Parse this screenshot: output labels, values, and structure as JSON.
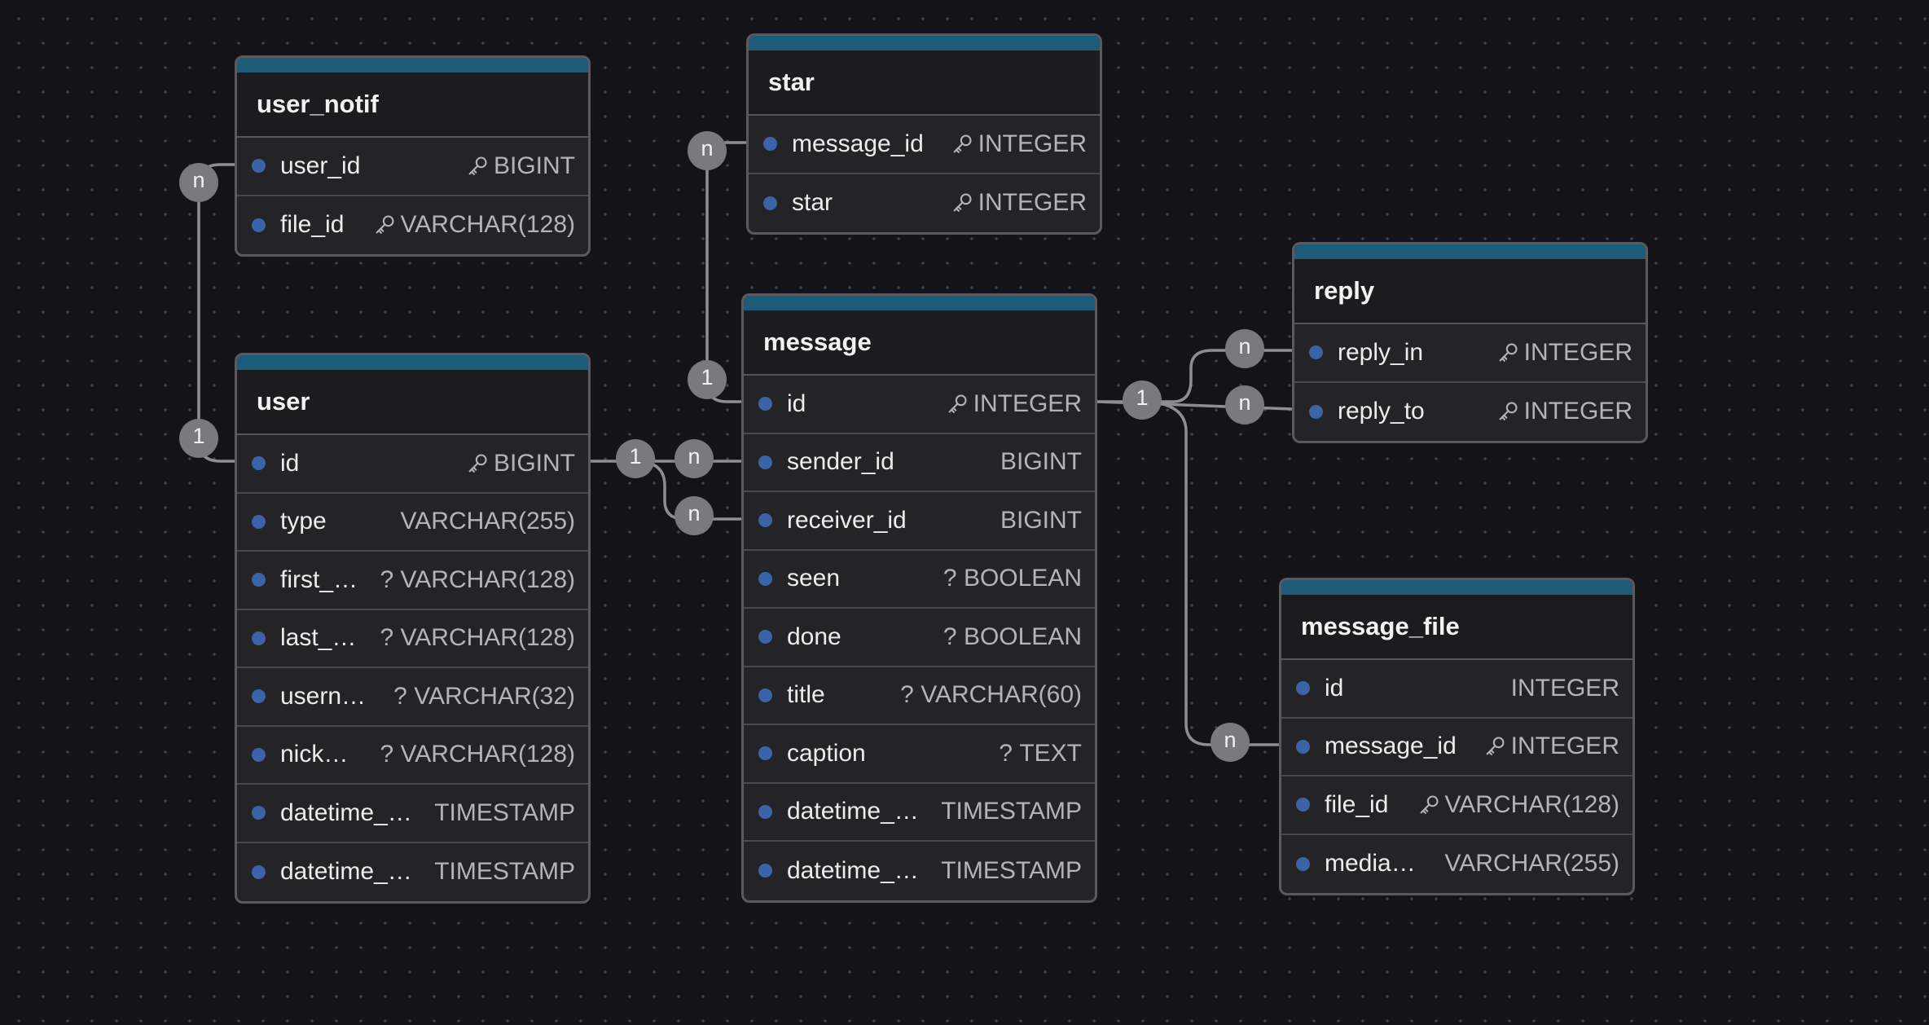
{
  "tables": {
    "user_notif": {
      "name": "user_notif",
      "fields": [
        {
          "name": "user_id",
          "type": "BIGINT",
          "key": true,
          "nullable": false
        },
        {
          "name": "file_id",
          "type": "VARCHAR(128)",
          "key": true,
          "nullable": false
        }
      ]
    },
    "star": {
      "name": "star",
      "fields": [
        {
          "name": "message_id",
          "type": "INTEGER",
          "key": true,
          "nullable": false
        },
        {
          "name": "star",
          "type": "INTEGER",
          "key": true,
          "nullable": false
        }
      ]
    },
    "reply": {
      "name": "reply",
      "fields": [
        {
          "name": "reply_in",
          "type": "INTEGER",
          "key": true,
          "nullable": false
        },
        {
          "name": "reply_to",
          "type": "INTEGER",
          "key": true,
          "nullable": false
        }
      ]
    },
    "user": {
      "name": "user",
      "fields": [
        {
          "name": "id",
          "type": "BIGINT",
          "key": true,
          "nullable": false
        },
        {
          "name": "type",
          "type": "VARCHAR(255)",
          "key": false,
          "nullable": false
        },
        {
          "name": "first_…",
          "type": "VARCHAR(128)",
          "key": false,
          "nullable": true
        },
        {
          "name": "last_…",
          "type": "VARCHAR(128)",
          "key": false,
          "nullable": true
        },
        {
          "name": "usern…",
          "type": "VARCHAR(32)",
          "key": false,
          "nullable": true
        },
        {
          "name": "nick…",
          "type": "VARCHAR(128)",
          "key": false,
          "nullable": true
        },
        {
          "name": "datetime_…",
          "type": "TIMESTAMP",
          "key": false,
          "nullable": false
        },
        {
          "name": "datetime_…",
          "type": "TIMESTAMP",
          "key": false,
          "nullable": false
        }
      ]
    },
    "message": {
      "name": "message",
      "fields": [
        {
          "name": "id",
          "type": "INTEGER",
          "key": true,
          "nullable": false
        },
        {
          "name": "sender_id",
          "type": "BIGINT",
          "key": false,
          "nullable": false
        },
        {
          "name": "receiver_id",
          "type": "BIGINT",
          "key": false,
          "nullable": false
        },
        {
          "name": "seen",
          "type": "BOOLEAN",
          "key": false,
          "nullable": true
        },
        {
          "name": "done",
          "type": "BOOLEAN",
          "key": false,
          "nullable": true
        },
        {
          "name": "title",
          "type": "VARCHAR(60)",
          "key": false,
          "nullable": true
        },
        {
          "name": "caption",
          "type": "TEXT",
          "key": false,
          "nullable": true
        },
        {
          "name": "datetime_…",
          "type": "TIMESTAMP",
          "key": false,
          "nullable": false
        },
        {
          "name": "datetime_…",
          "type": "TIMESTAMP",
          "key": false,
          "nullable": false
        }
      ]
    },
    "message_file": {
      "name": "message_file",
      "fields": [
        {
          "name": "id",
          "type": "INTEGER",
          "key": false,
          "nullable": false
        },
        {
          "name": "message_id",
          "type": "INTEGER",
          "key": true,
          "nullable": false
        },
        {
          "name": "file_id",
          "type": "VARCHAR(128)",
          "key": true,
          "nullable": false
        },
        {
          "name": "media…",
          "type": "VARCHAR(255)",
          "key": false,
          "nullable": false
        }
      ]
    }
  },
  "relationships": [
    {
      "from": "user.id",
      "from_card": "1",
      "to": "user_notif.user_id",
      "to_card": "n"
    },
    {
      "from": "user.id",
      "from_card": "1",
      "to": "message.sender_id",
      "to_card": "n"
    },
    {
      "from": "user.id",
      "from_card": "1",
      "to": "message.receiver_id",
      "to_card": "n"
    },
    {
      "from": "message.id",
      "from_card": "1",
      "to": "star.message_id",
      "to_card": "n"
    },
    {
      "from": "message.id",
      "from_card": "1",
      "to": "reply.reply_in",
      "to_card": "n"
    },
    {
      "from": "message.id",
      "from_card": "1",
      "to": "reply.reply_to",
      "to_card": "n"
    },
    {
      "from": "message.id",
      "from_card": "1",
      "to": "message_file.message_id",
      "to_card": "n"
    }
  ],
  "nullable_marker": "?",
  "colors": {
    "background": "#141418",
    "header_accent": "#1d5c78",
    "field_dot": "#3b64a8",
    "edge": "#8e8e92",
    "badge": "#7a7a7e"
  }
}
